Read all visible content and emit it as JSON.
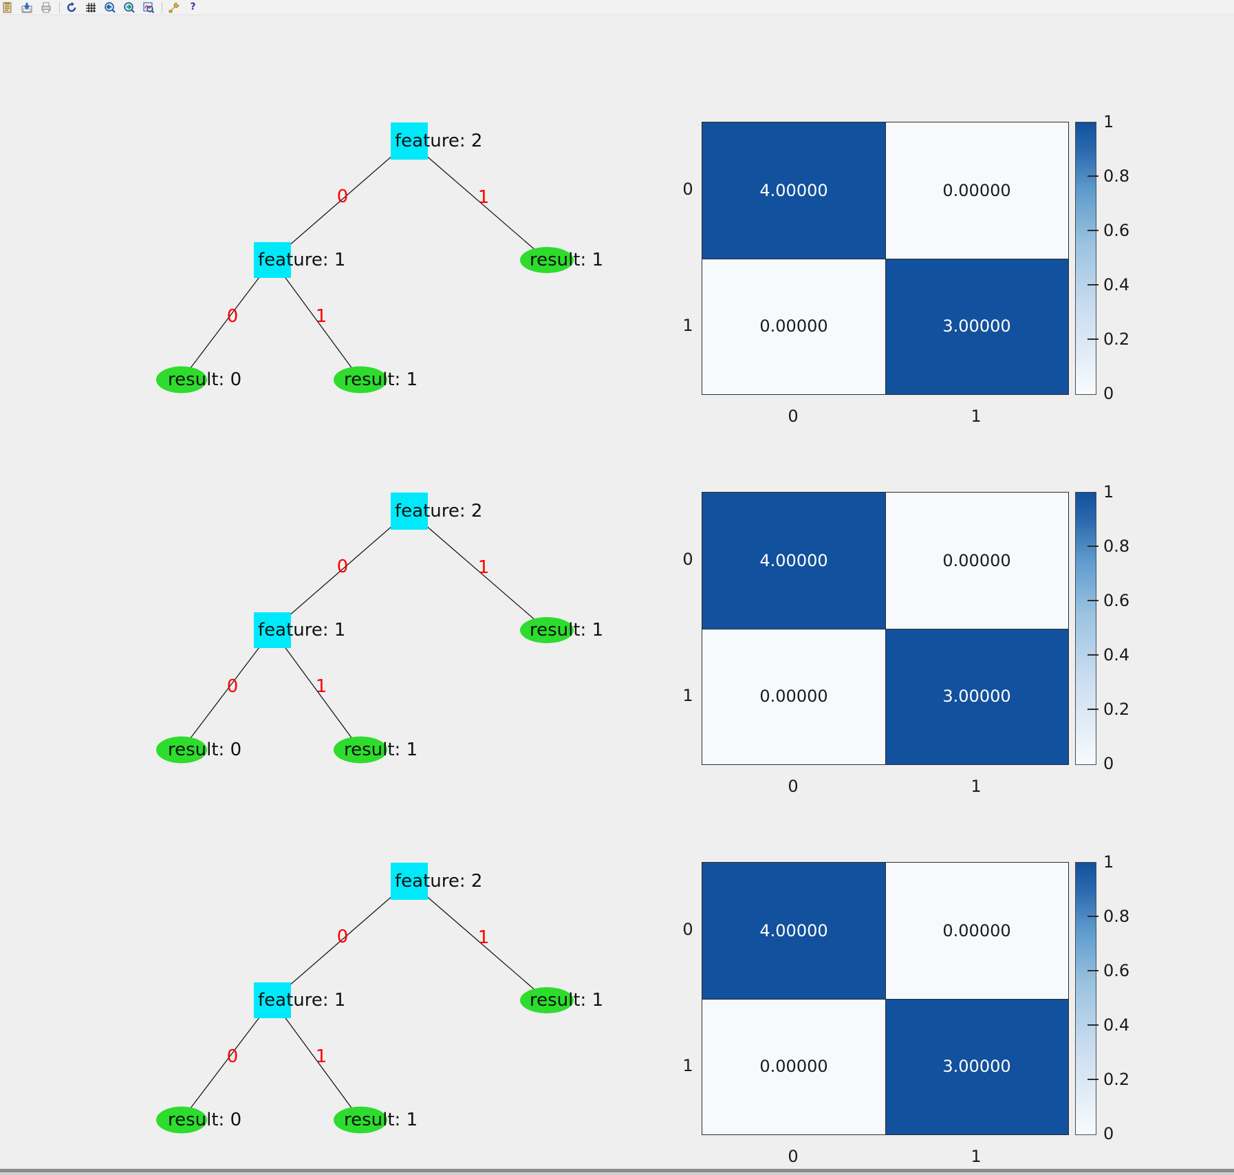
{
  "toolbar": {
    "icons": [
      {
        "name": "copy-clipboard-icon"
      },
      {
        "name": "save-icon"
      },
      {
        "name": "print-icon"
      },
      {
        "name": "refresh-icon"
      },
      {
        "name": "grid-icon"
      },
      {
        "name": "zoom-in-icon"
      },
      {
        "name": "zoom-out-icon"
      },
      {
        "name": "zoom-autoscale-icon"
      },
      {
        "name": "tools-icon"
      },
      {
        "name": "help-icon",
        "glyph": "?"
      }
    ]
  },
  "colors": {
    "figure_background": "#EFEFEF",
    "decision_node": "#00E9FA",
    "leaf_node": "#2DDC2D",
    "edge_label": "#FF0000",
    "heatmap_high": "#12519D",
    "heatmap_low": "#F7FAFD"
  },
  "rows": [
    {
      "tree": {
        "root": "feature: 2",
        "left": "feature: 1",
        "right_leaf": "result: 1",
        "leaf0": "result: 0",
        "leaf1": "result: 1",
        "edges": {
          "e0": "0",
          "e1": "1",
          "e2": "0",
          "e3": "1"
        }
      },
      "heatmap": {
        "cells": {
          "r0c0": "4.00000",
          "r0c1": "0.00000",
          "r1c0": "0.00000",
          "r1c1": "3.00000"
        },
        "row_ticks": {
          "r0": "0",
          "r1": "1"
        },
        "col_ticks": {
          "c0": "0",
          "c1": "1"
        },
        "colorbar_ticks": {
          "t1": "1",
          "t08": "0.8",
          "t06": "0.6",
          "t04": "0.4",
          "t02": "0.2",
          "t0": "0"
        }
      }
    },
    {
      "tree": {
        "root": "feature: 2",
        "left": "feature: 1",
        "right_leaf": "result: 1",
        "leaf0": "result: 0",
        "leaf1": "result: 1",
        "edges": {
          "e0": "0",
          "e1": "1",
          "e2": "0",
          "e3": "1"
        }
      },
      "heatmap": {
        "cells": {
          "r0c0": "4.00000",
          "r0c1": "0.00000",
          "r1c0": "0.00000",
          "r1c1": "3.00000"
        },
        "row_ticks": {
          "r0": "0",
          "r1": "1"
        },
        "col_ticks": {
          "c0": "0",
          "c1": "1"
        },
        "colorbar_ticks": {
          "t1": "1",
          "t08": "0.8",
          "t06": "0.6",
          "t04": "0.4",
          "t02": "0.2",
          "t0": "0"
        }
      }
    },
    {
      "tree": {
        "root": "feature: 2",
        "left": "feature: 1",
        "right_leaf": "result: 1",
        "leaf0": "result: 0",
        "leaf1": "result: 1",
        "edges": {
          "e0": "0",
          "e1": "1",
          "e2": "0",
          "e3": "1"
        }
      },
      "heatmap": {
        "cells": {
          "r0c0": "4.00000",
          "r0c1": "0.00000",
          "r1c0": "0.00000",
          "r1c1": "3.00000"
        },
        "row_ticks": {
          "r0": "0",
          "r1": "1"
        },
        "col_ticks": {
          "c0": "0",
          "c1": "1"
        },
        "colorbar_ticks": {
          "t1": "1",
          "t08": "0.8",
          "t06": "0.6",
          "t04": "0.4",
          "t02": "0.2",
          "t0": "0"
        }
      }
    }
  ],
  "chart_data": [
    {
      "type": "heatmap",
      "title": "",
      "rows": [
        "0",
        "1"
      ],
      "cols": [
        "0",
        "1"
      ],
      "values": [
        [
          4.0,
          0.0
        ],
        [
          0.0,
          3.0
        ]
      ],
      "value_labels": [
        [
          "4.00000",
          "0.00000"
        ],
        [
          "0.00000",
          "3.00000"
        ]
      ],
      "colorbar_range": [
        0,
        1
      ],
      "colorbar_ticks": [
        0,
        0.2,
        0.4,
        0.6,
        0.8,
        1
      ],
      "legend_position": "right"
    },
    {
      "type": "heatmap",
      "title": "",
      "rows": [
        "0",
        "1"
      ],
      "cols": [
        "0",
        "1"
      ],
      "values": [
        [
          4.0,
          0.0
        ],
        [
          0.0,
          3.0
        ]
      ],
      "value_labels": [
        [
          "4.00000",
          "0.00000"
        ],
        [
          "0.00000",
          "3.00000"
        ]
      ],
      "colorbar_range": [
        0,
        1
      ],
      "colorbar_ticks": [
        0,
        0.2,
        0.4,
        0.6,
        0.8,
        1
      ],
      "legend_position": "right"
    },
    {
      "type": "heatmap",
      "title": "",
      "rows": [
        "0",
        "1"
      ],
      "cols": [
        "0",
        "1"
      ],
      "values": [
        [
          4.0,
          0.0
        ],
        [
          0.0,
          3.0
        ]
      ],
      "value_labels": [
        [
          "4.00000",
          "0.00000"
        ],
        [
          "0.00000",
          "3.00000"
        ]
      ],
      "colorbar_range": [
        0,
        1
      ],
      "colorbar_ticks": [
        0,
        0.2,
        0.4,
        0.6,
        0.8,
        1
      ],
      "legend_position": "right"
    }
  ]
}
